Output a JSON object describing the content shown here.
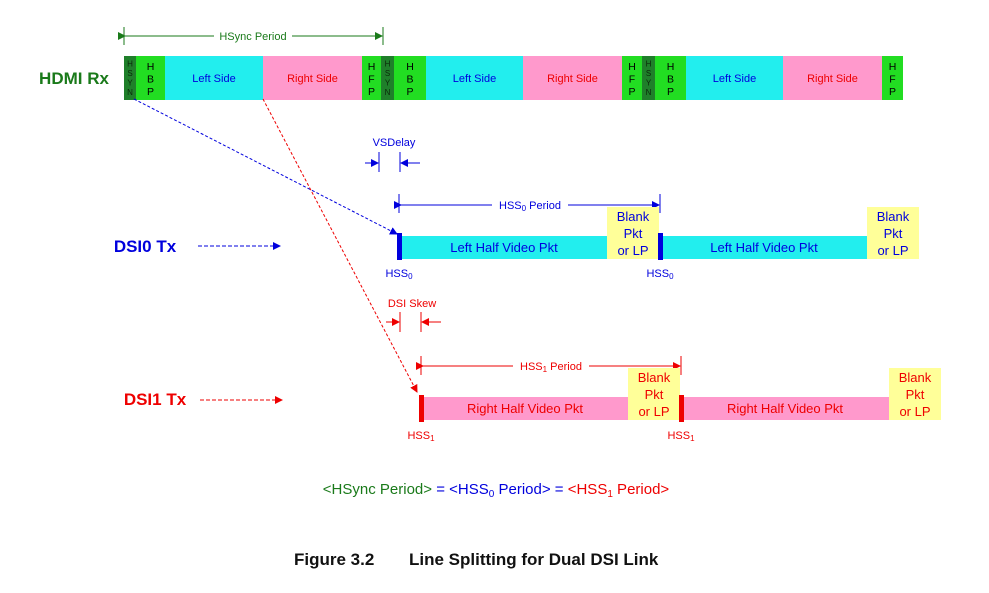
{
  "rows": {
    "hdmi": "HDMI Rx",
    "dsi0": "DSI0 Tx",
    "dsi1": "DSI1 Tx"
  },
  "hdmi_segments": {
    "hsyn": "HSYN",
    "hbp": "HBP",
    "hfp": "HFP",
    "left_side": "Left Side",
    "right_side": "Right Side"
  },
  "labels": {
    "hsync_period": "HSync Period",
    "vsdelay": "VSDelay",
    "dsi_skew": "DSI Skew",
    "hss": "HSS",
    "sub0": "0",
    "sub1": "1",
    "hss_period_suffix": " Period",
    "left_half_pkt": "Left Half Video Pkt",
    "right_half_pkt": "Right Half Video Pkt",
    "blank_line1": "Blank",
    "blank_line2": "Pkt",
    "blank_line3": "or LP"
  },
  "equation": {
    "part1": "<HSync Period>",
    "eq": " = ",
    "part2_prefix": "<HSS",
    "part2_sub": "0",
    "part2_suffix": " Period>",
    "part3_prefix": "<HSS",
    "part3_sub": "1",
    "part3_suffix": " Period>"
  },
  "caption": {
    "number": "Figure 3.2",
    "title": "Line Splitting for Dual DSI Link"
  },
  "colors": {
    "dark_green": "#1a7a1a",
    "hsyn_green": "#1f7f2a",
    "bright_green": "#22dd22",
    "cyan": "#22eeee",
    "pink": "#ff99cc",
    "yellow": "#ffff99",
    "blue": "#0000dd",
    "red": "#ee0000"
  }
}
